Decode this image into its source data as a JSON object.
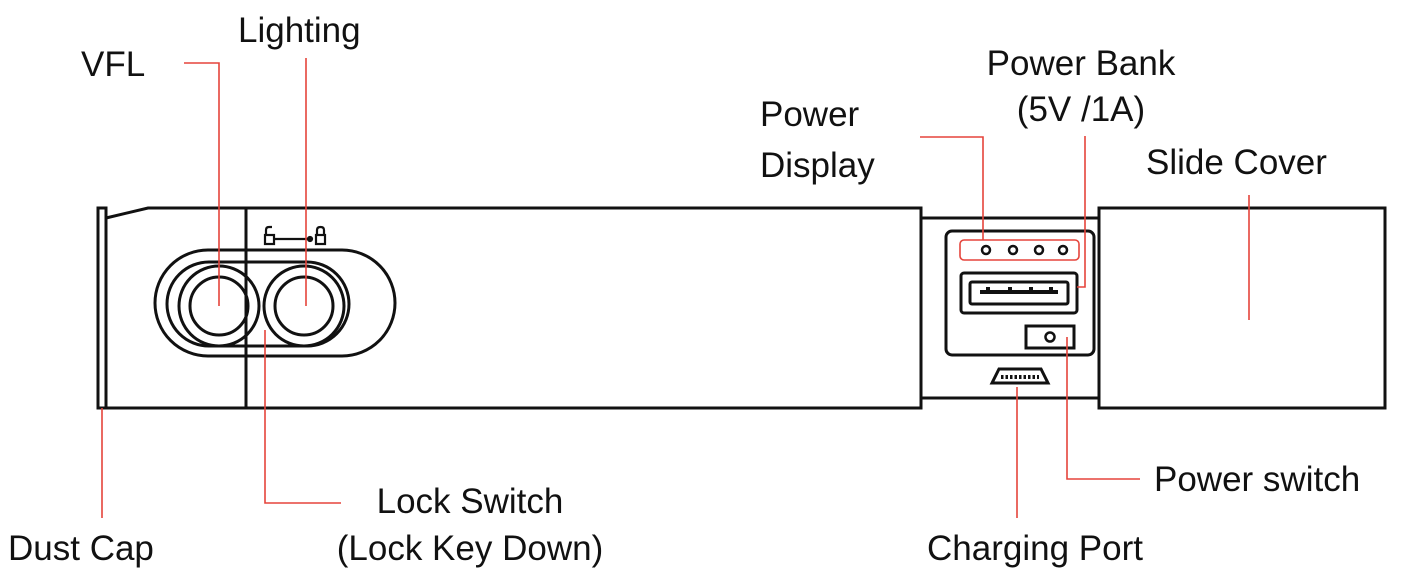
{
  "labels": {
    "vfl": "VFL",
    "lighting": "Lighting",
    "power_display_line1": "Power",
    "power_display_line2": "Display",
    "power_bank_line1": "Power Bank",
    "power_bank_line2": "(5V /1A)",
    "slide_cover": "Slide Cover",
    "dust_cap": "Dust Cap",
    "lock_switch_line1": "Lock Switch",
    "lock_switch_line2": "(Lock Key Down)",
    "charging_port": "Charging Port",
    "power_switch": "Power switch"
  },
  "colors": {
    "outline": "#111111",
    "leader": "#e5443b",
    "background": "#ffffff"
  },
  "icons": {
    "lock_indicator": "lock-unlock-icon"
  }
}
